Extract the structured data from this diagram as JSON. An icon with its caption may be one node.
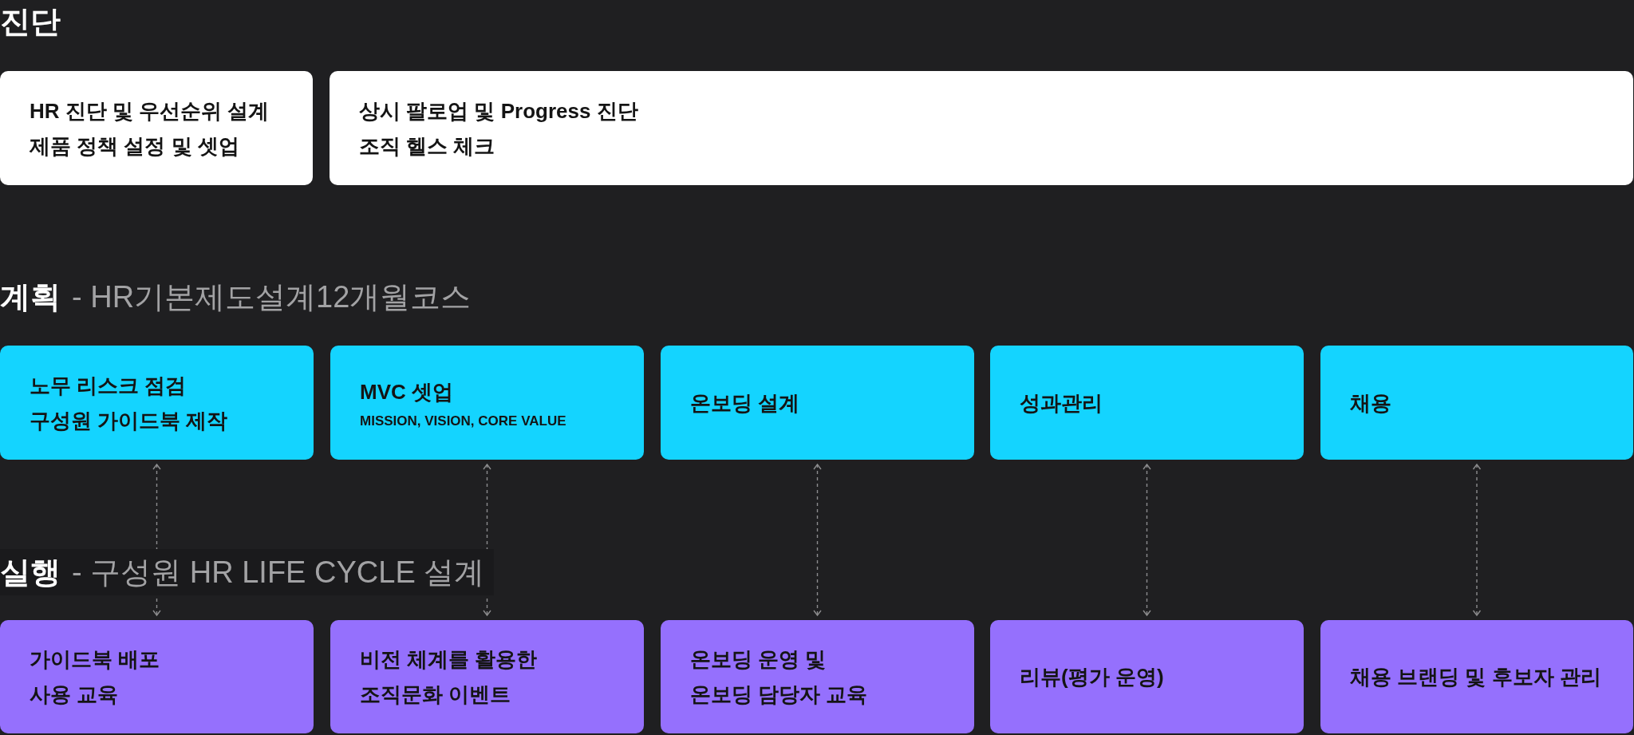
{
  "diagram": {
    "nodes": [
      {
        "text": [
          "HR 진단 및 우선순위 설계",
          "제품 정책 설정 및 셋업"
        ]
      },
      {
        "text": [
          "상시 팔로업 및 Progress 진단",
          "조직 헬스 체크"
        ]
      },
      {
        "text": [
          "노무 리스크 점검",
          "구성원 가이드북 제작"
        ]
      },
      {
        "text": [
          "MVC 셋업",
          "MISSION, VISION, CORE VALUE"
        ]
      },
      {
        "text": [
          "온보딩 설계"
        ]
      },
      {
        "text": [
          "성과관리"
        ]
      },
      {
        "text": [
          "채용"
        ]
      },
      {
        "text": [
          "가이드북 배포",
          "사용 교육"
        ]
      },
      {
        "text": [
          "비전 체계를 활용한 조직문화 이벤트"
        ]
      },
      {
        "text": [
          "온보딩 운영 및 온보딩 담당자 교육"
        ]
      },
      {
        "text": [
          "리뷰(평가 운영)"
        ]
      },
      {
        "text": [
          "채용 브랜딩 및 후보자 관리"
        ]
      }
    ],
    "edges": [
      {
        "from": 2,
        "to": 7,
        "arrow": "both",
        "style": "dashed"
      },
      {
        "from": 3,
        "to": 8,
        "arrow": "both",
        "style": "dashed"
      },
      {
        "from": 4,
        "to": 9,
        "arrow": "both",
        "style": "dashed"
      },
      {
        "from": 5,
        "to": 10,
        "arrow": "both",
        "style": "dashed"
      },
      {
        "from": 6,
        "to": 11,
        "arrow": "both",
        "style": "dashed"
      }
    ],
    "labels": [
      "진단",
      "계획",
      "- HR기본제도설계12개월코스",
      "실행",
      "- 구성원 HR LIFE CYCLE 설계"
    ]
  }
}
